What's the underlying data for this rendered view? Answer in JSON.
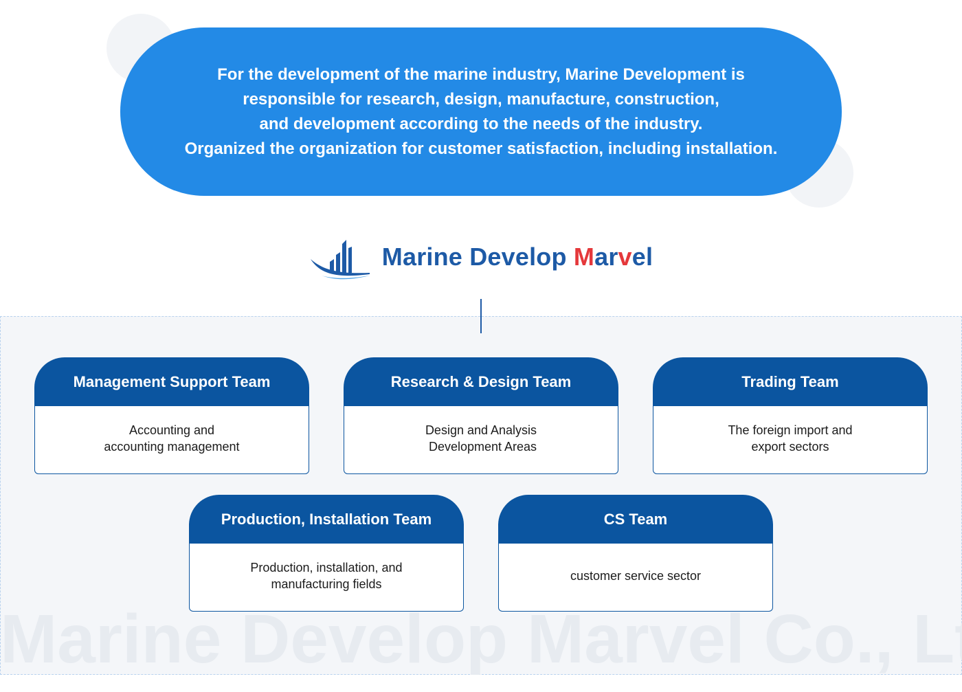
{
  "intro": {
    "lines": [
      "For the development of the marine industry, Marine Development is",
      "responsible for research, design, manufacture, construction,",
      "and development according to the needs of the industry.",
      "Organized the organization for customer satisfaction, including installation."
    ]
  },
  "brand": {
    "name_part1": "Marine Develop ",
    "name_m": "M",
    "name_ar": "ar",
    "name_v": "v",
    "name_el": "el",
    "logo_icon": "ship-building-logo-icon"
  },
  "colors": {
    "pill": "#238ae6",
    "team_header": "#0b55a0",
    "brand_blue": "#1d5aa6",
    "brand_red": "#e5383b",
    "panel_bg": "#f4f6f9"
  },
  "teams": [
    {
      "title": "Management Support Team",
      "desc": [
        "Accounting and",
        "accounting management"
      ]
    },
    {
      "title": "Research & Design Team",
      "desc": [
        "Design and Analysis",
        " Development Areas"
      ]
    },
    {
      "title": "Trading Team",
      "desc": [
        "The foreign import and",
        "export sectors"
      ]
    },
    {
      "title": "Production, Installation Team",
      "desc": [
        "Production, installation, and",
        "manufacturing fields"
      ]
    },
    {
      "title": "CS Team",
      "desc": [
        "customer service sector"
      ]
    }
  ],
  "watermark": "Marine Develop Marvel Co., Ltd."
}
